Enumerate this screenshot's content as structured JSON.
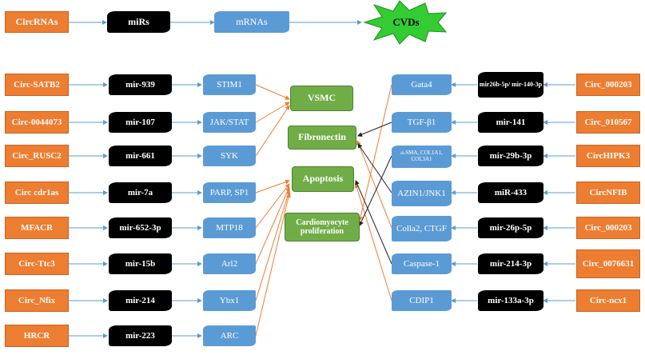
{
  "legend": {
    "circ_label": "CircRNAs",
    "mir_label": "miRs",
    "mrna_label": "mRNAs",
    "outcome_label": "CVDs"
  },
  "left_rows": [
    {
      "circ": "Circ-SATB2",
      "mir": "mir-939",
      "target": "STIM1"
    },
    {
      "circ": "Circ-0044073",
      "mir": "mir-107",
      "target": "JAK/STAT"
    },
    {
      "circ": "Circ_RUSC2",
      "mir": "mir-661",
      "target": "SYK"
    },
    {
      "circ": "Circ cdr1as",
      "mir": "mir-7a",
      "target": "PARP, SP1"
    },
    {
      "circ": "MFACR",
      "mir": "mir-652-3p",
      "target": "MTP18"
    },
    {
      "circ": "Circ-Ttc3",
      "mir": "mir-15b",
      "target": "Arl2"
    },
    {
      "circ": "Circ_Nfix",
      "mir": "mir-214",
      "target": "Ybx1"
    },
    {
      "circ": "HRCR",
      "mir": "mir-223",
      "target": "ARC"
    }
  ],
  "right_rows": [
    {
      "circ": "Circ_000203",
      "mir": "mir26b-5p/ mir-140-3p",
      "target": "Gata4"
    },
    {
      "circ": "Circ_010567",
      "mir": "mir-141",
      "target": "TGF-β1"
    },
    {
      "circ": "CircHIPK3",
      "mir": "mir-29b-3p",
      "target": "α-SMA, COL1A1, COL3A1"
    },
    {
      "circ": "CircNFIB",
      "mir": "miR-433",
      "target": "AZIN1/JNK1"
    },
    {
      "circ": "Circ_000203",
      "mir": "mir-26p-5p",
      "target": "Colla2, CTGF"
    },
    {
      "circ": "Circ_0076631",
      "mir": "mir-214-3p",
      "target": "Caspase-1"
    },
    {
      "circ": "Circ-ncx1",
      "mir": "mir-133a-3p",
      "target": "CDIP1"
    }
  ],
  "outcomes": [
    "VSMC",
    "Fibronectin",
    "Apoptosis",
    "Cardiomyocyte proliferation"
  ],
  "colors": {
    "circ": "#ED7D31",
    "mir": "#000000",
    "mrna": "#5B9BD5",
    "outcome": "#70AD47",
    "cvd_star": "#33CC33",
    "arrow_blue": "#5B9BD5",
    "arrow_orange": "#ED7D31",
    "arrow_dark": "#222222"
  }
}
